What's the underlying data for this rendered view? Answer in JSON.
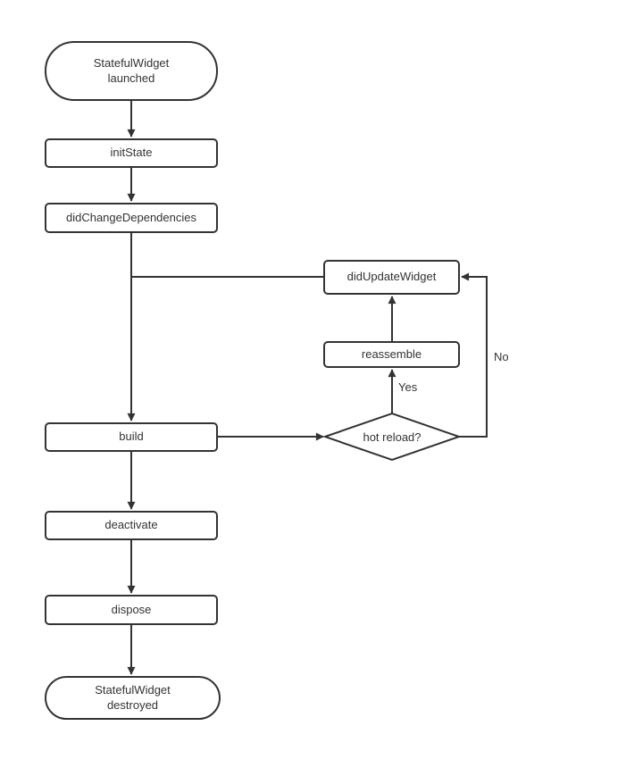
{
  "diagram": {
    "description": "StatefulWidget lifecycle flowchart",
    "colors": {
      "stroke": "#333333",
      "text": "#333333",
      "background": "#ffffff",
      "node_background": "#ffffff"
    },
    "nodes": {
      "start": {
        "label": "StatefulWidget\nlaunched"
      },
      "init_state": {
        "label": "initState"
      },
      "did_change_dependencies": {
        "label": "didChangeDependencies"
      },
      "did_update_widget": {
        "label": "didUpdateWidget"
      },
      "reassemble": {
        "label": "reassemble"
      },
      "build": {
        "label": "build"
      },
      "hot_reload_decision": {
        "label": "hot reload?"
      },
      "deactivate": {
        "label": "deactivate"
      },
      "dispose": {
        "label": "dispose"
      },
      "end": {
        "label": "StatefulWidget\ndestroyed"
      }
    },
    "edge_labels": {
      "yes": "Yes",
      "no": "No"
    }
  }
}
